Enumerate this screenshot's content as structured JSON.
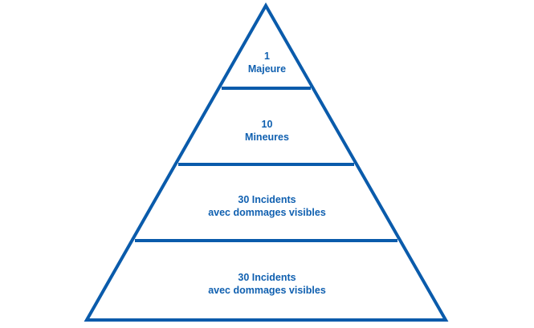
{
  "diagram": {
    "type": "pyramid",
    "colors": {
      "stroke": "#0a5bab",
      "text": "#1060b0",
      "background": "#ffffff"
    },
    "tiers": [
      {
        "line1": "1",
        "line2": "Majeure"
      },
      {
        "line1": "10",
        "line2": "Mineures"
      },
      {
        "line1": "30 Incidents",
        "line2": "avec dommages visibles"
      },
      {
        "line1": "30 Incidents",
        "line2": "avec dommages visibles"
      }
    ]
  }
}
